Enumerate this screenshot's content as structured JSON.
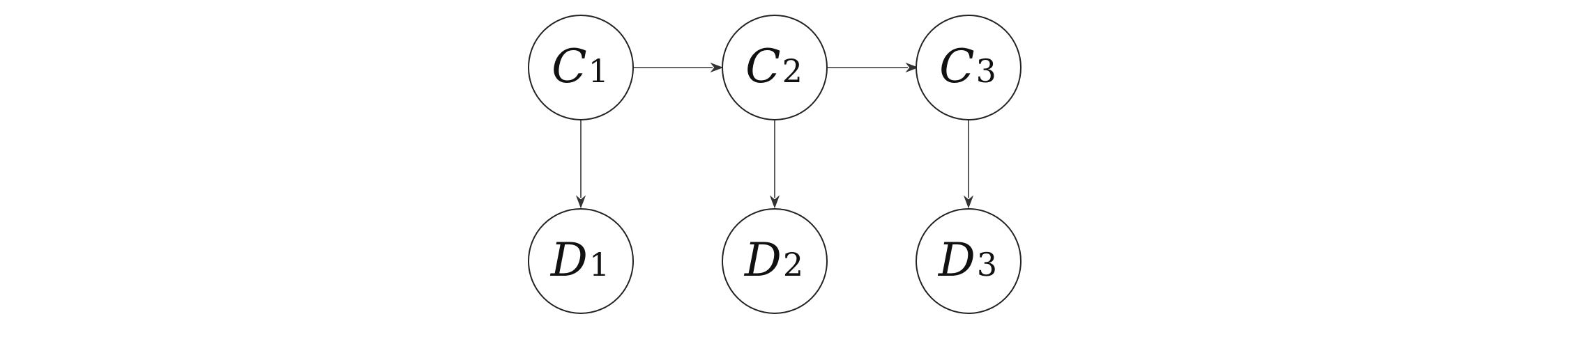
{
  "nodes": [
    {
      "id": "C1",
      "letter": "C",
      "sub": "1"
    },
    {
      "id": "C2",
      "letter": "C",
      "sub": "2"
    },
    {
      "id": "C3",
      "letter": "C",
      "sub": "3"
    },
    {
      "id": "D1",
      "letter": "D",
      "sub": "1"
    },
    {
      "id": "D2",
      "letter": "D",
      "sub": "2"
    },
    {
      "id": "D3",
      "letter": "D",
      "sub": "3"
    }
  ],
  "edges": [
    {
      "from": "C1",
      "to": "C2"
    },
    {
      "from": "C2",
      "to": "C3"
    },
    {
      "from": "C1",
      "to": "D1"
    },
    {
      "from": "C2",
      "to": "D2"
    },
    {
      "from": "C3",
      "to": "D3"
    }
  ]
}
